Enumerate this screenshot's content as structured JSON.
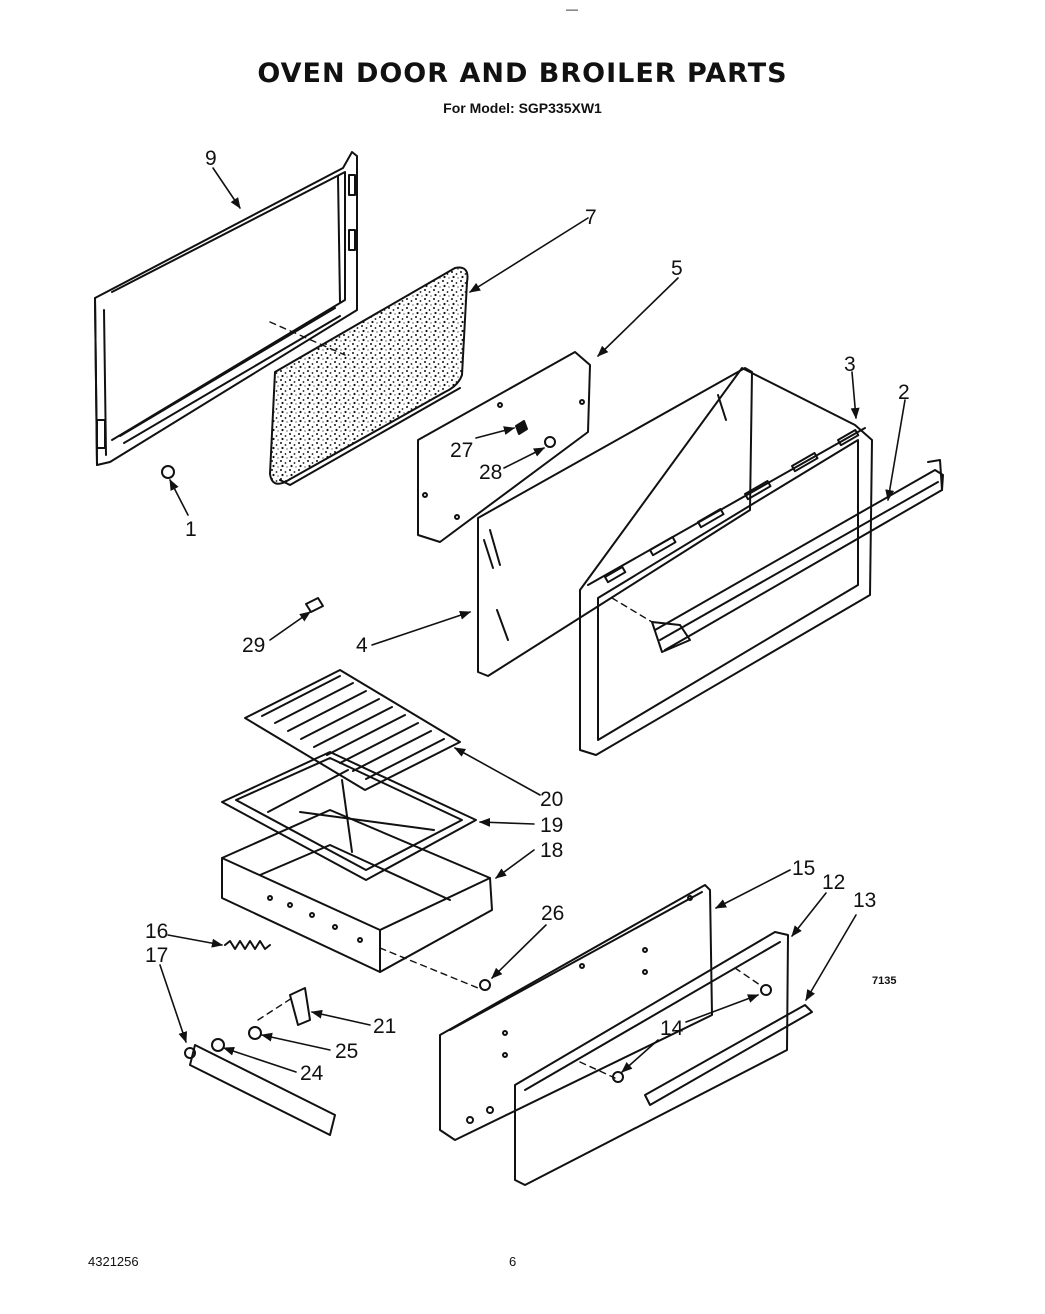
{
  "header": {
    "top_mark": "—",
    "title": "OVEN DOOR AND BROILER PARTS",
    "subtitle": "For Model: SGP335XW1"
  },
  "diagram": {
    "code": "7135",
    "callouts": [
      "1",
      "2",
      "3",
      "4",
      "5",
      "7",
      "9",
      "12",
      "13",
      "14",
      "15",
      "16",
      "17",
      "18",
      "19",
      "20",
      "21",
      "24",
      "25",
      "26",
      "27",
      "28",
      "29"
    ]
  },
  "footer": {
    "part_number": "4321256",
    "page_number": "6"
  }
}
